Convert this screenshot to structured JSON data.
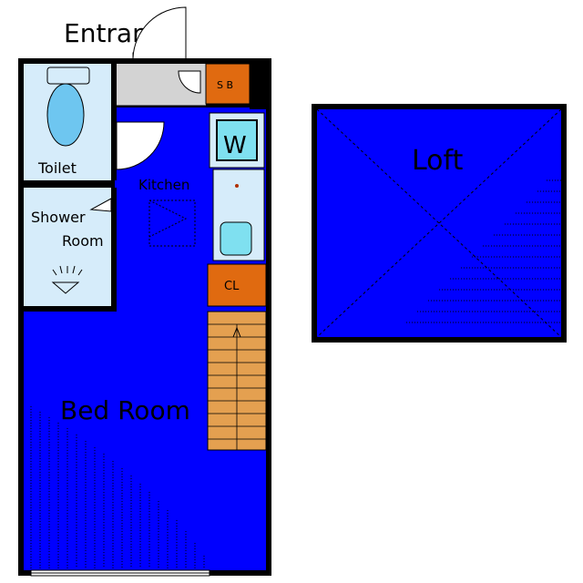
{
  "floor_plan": {
    "colors": {
      "room_blue": "#0000FF",
      "wall": "#000000",
      "wet_area": "#D6ECFA",
      "entrance_floor": "#D3D3D3",
      "storage_orange": "#E06A10",
      "stairs": "#E4A050",
      "appliance_cyan": "#7FE0F0"
    },
    "labels": {
      "entrance": "Entrance",
      "toilet": "Toilet",
      "shower_line1": "Shower",
      "shower_line2": "Room",
      "kitchen": "Kitchen",
      "washer": "W",
      "shoe_box": "S B",
      "closet": "CL",
      "bedroom": "Bed Room",
      "loft": "Loft"
    }
  }
}
